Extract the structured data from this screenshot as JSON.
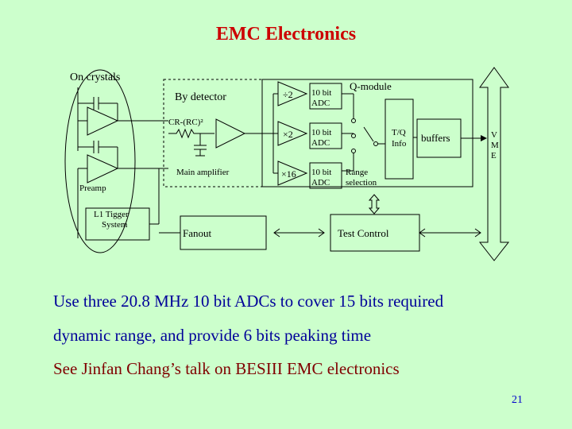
{
  "slide": {
    "title": "EMC Electronics",
    "bullets": [
      "Use three 20.8 MHz 10 bit ADCs to cover 15 bits required",
      "dynamic range, and provide 6 bits peaking time",
      "See Jinfan Chang’s talk on BESIII EMC electronics"
    ],
    "page_number": "21"
  },
  "diagram": {
    "labels": {
      "on_crystals": "On crystals",
      "by_detector": "By detector",
      "q_module": "Q-module",
      "cr_rc": "CR-(RC)²",
      "main_amplifier": "Main amplifier",
      "preamp": "Preamp",
      "l1_line1": "L1 Tigger",
      "l1_line2": "System",
      "fanout": "Fanout",
      "test_control": "Test Control",
      "buffers": "buffers",
      "tq_line1": "T/Q",
      "tq_line2": "Info",
      "range_line1": "Range",
      "range_line2": "selection",
      "vme": [
        "V",
        "M",
        "E"
      ]
    },
    "gains": [
      "÷2",
      "×2",
      "×16"
    ],
    "adc_line1": [
      "10 bit",
      "10 bit",
      "10 bit"
    ],
    "adc_line2": [
      "ADC",
      "ADC",
      "ADC"
    ]
  },
  "colors": {
    "background": "#ccffcc",
    "title": "#cc0000",
    "text_blue": "#000099",
    "text_maroon": "#800000",
    "page_number": "#0000cc"
  }
}
